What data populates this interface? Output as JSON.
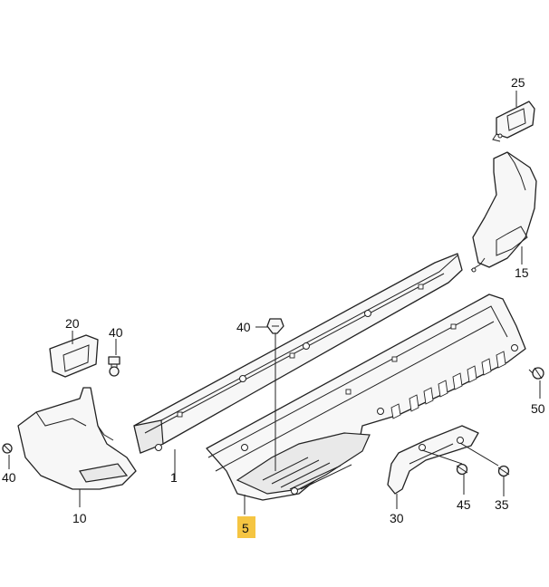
{
  "callouts": {
    "c25": "25",
    "c15": "15",
    "c20": "20",
    "c40_top_left": "40",
    "c40_center": "40",
    "c50": "50",
    "c40_left": "40",
    "c1": "1",
    "c10": "10",
    "c5": "5",
    "c30": "30",
    "c45": "45",
    "c35": "35"
  },
  "colors": {
    "highlight": "#f5c542",
    "line": "#222222"
  }
}
